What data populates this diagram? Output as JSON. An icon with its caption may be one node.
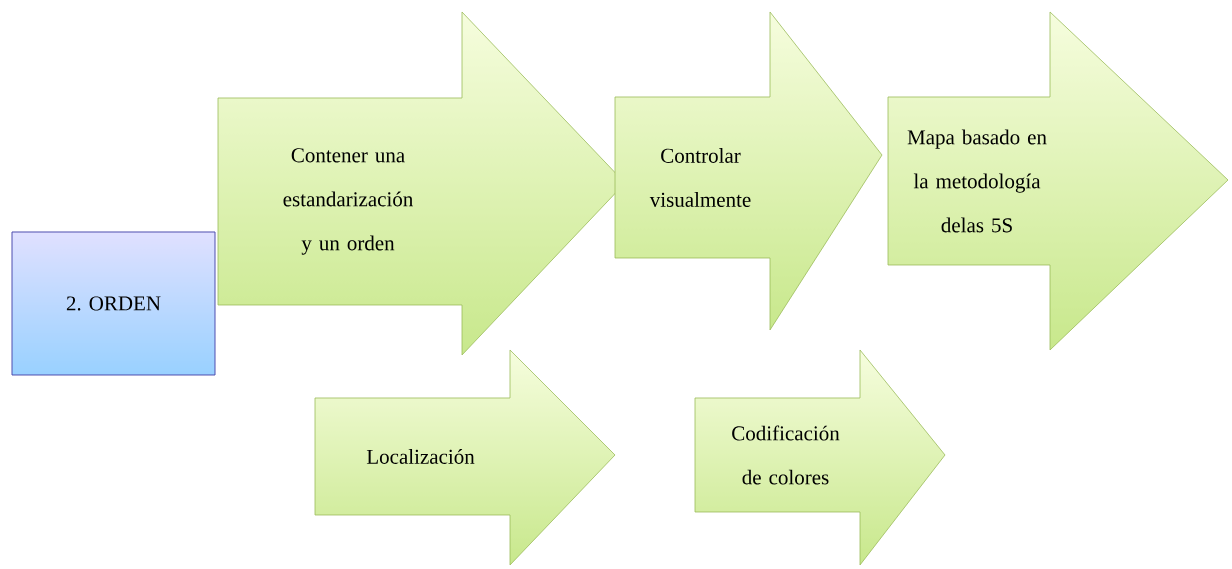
{
  "diagram": {
    "nodes": [
      {
        "text": [
          "2. ORDEN"
        ]
      },
      {
        "text": [
          "Contener una estandarización y un orden"
        ]
      },
      {
        "text": [
          "Controlar visualmente"
        ]
      },
      {
        "text": [
          "Mapa basado en la metodología delas 5S"
        ]
      },
      {
        "text": [
          "Localización"
        ]
      },
      {
        "text": [
          "Codificación de colores"
        ]
      }
    ]
  }
}
